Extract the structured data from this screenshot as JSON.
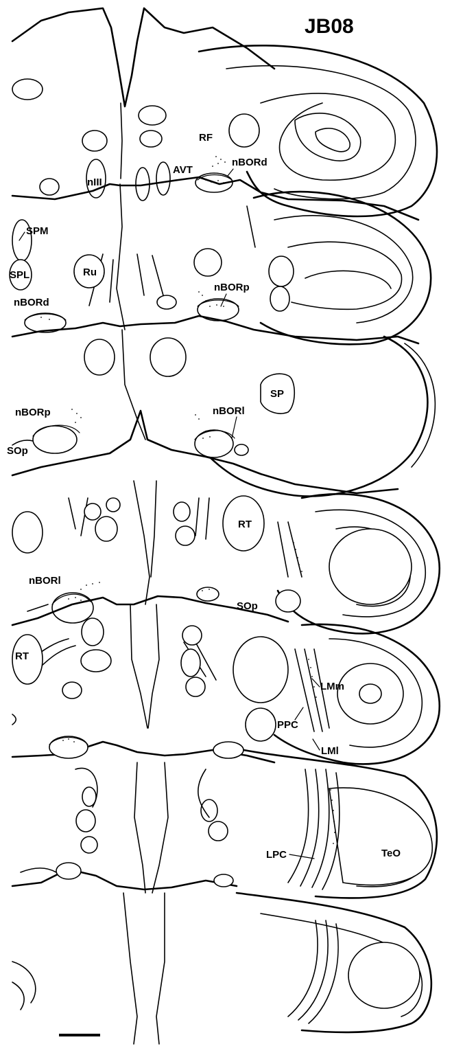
{
  "figure_id": "JB08",
  "labels": {
    "s1_RF": "RF",
    "s1_AVT": "AVT",
    "s1_nBORd": "nBORd",
    "s1_nIII": "nIII",
    "s2_SPM": "SPM",
    "s2_SPL": "SPL",
    "s2_Ru": "Ru",
    "s2_nBORd": "nBORd",
    "s2_nBORp": "nBORp",
    "s3_nBORp": "nBORp",
    "s3_SOp": "SOp",
    "s3_nBORl": "nBORl",
    "s3_SP": "SP",
    "s4_RT": "RT",
    "s4_nBORl": "nBORl",
    "s4_SOp": "SOp",
    "s5_RT": "RT",
    "s5_LMm": "LMm",
    "s5_PPC": "PPC",
    "s5_LMl": "LMl",
    "s6_LPC": "LPC",
    "s6_TeO": "TeO"
  }
}
